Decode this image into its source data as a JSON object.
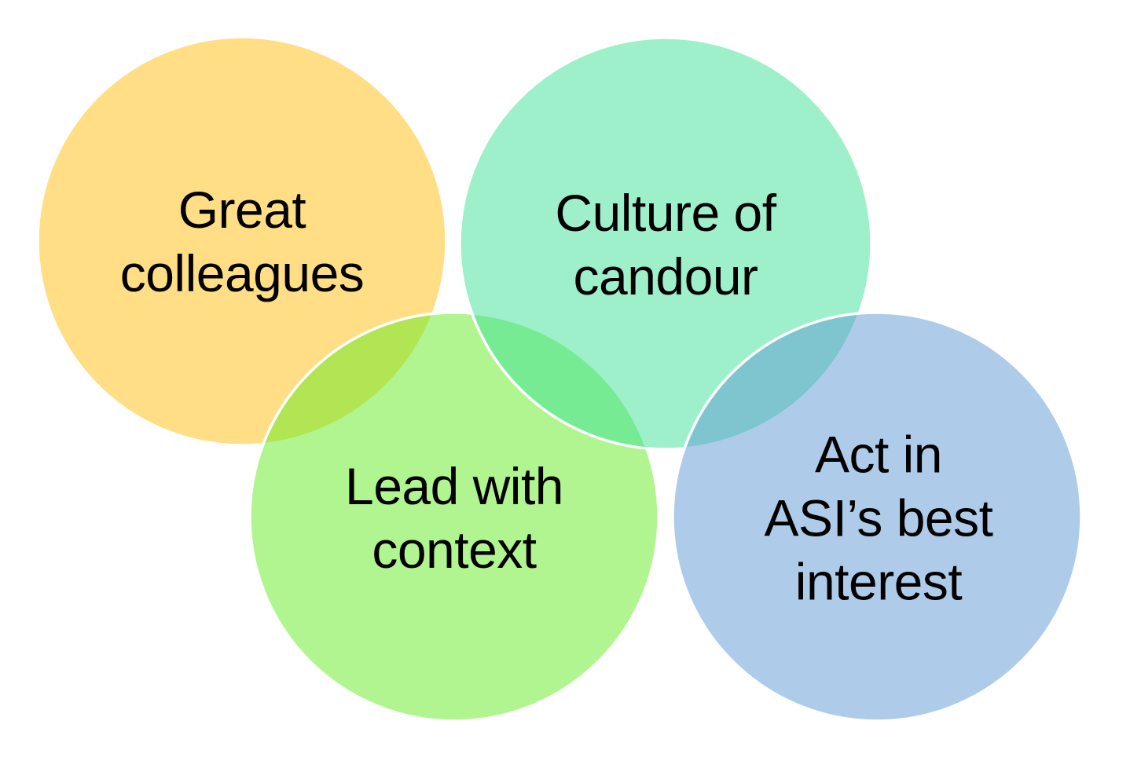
{
  "diagram": {
    "type": "venn-overlapping-circles",
    "background_color": "#FFFFFF",
    "outline_color": "#FFFFFF",
    "text_color": "#000000",
    "circles": [
      {
        "id": "great-colleagues",
        "label": "Great\ncolleagues",
        "fill": "#FFBD0B",
        "rendered_color": "#FFDE85"
      },
      {
        "id": "culture-of-candour",
        "label": "Culture of\ncandour",
        "fill": "#3DE197",
        "rendered_color": "#9EF0CB"
      },
      {
        "id": "lead-with-context",
        "label": "Lead with\ncontext",
        "fill": "#63EB23",
        "rendered_color": "#B1F591"
      },
      {
        "id": "act-in-asis-best-interest",
        "label": "Act in\nASI’s best\ninterest",
        "fill": "#5D99D3",
        "rendered_color": "#AECCE9"
      }
    ],
    "overlap_colors": {
      "great_colleagues_lead_with_context": "#B1E454",
      "culture_of_candour_lead_with_context": "#77EB94",
      "culture_of_candour_act_in_asis_best_interest": "#7DC4CF"
    }
  }
}
